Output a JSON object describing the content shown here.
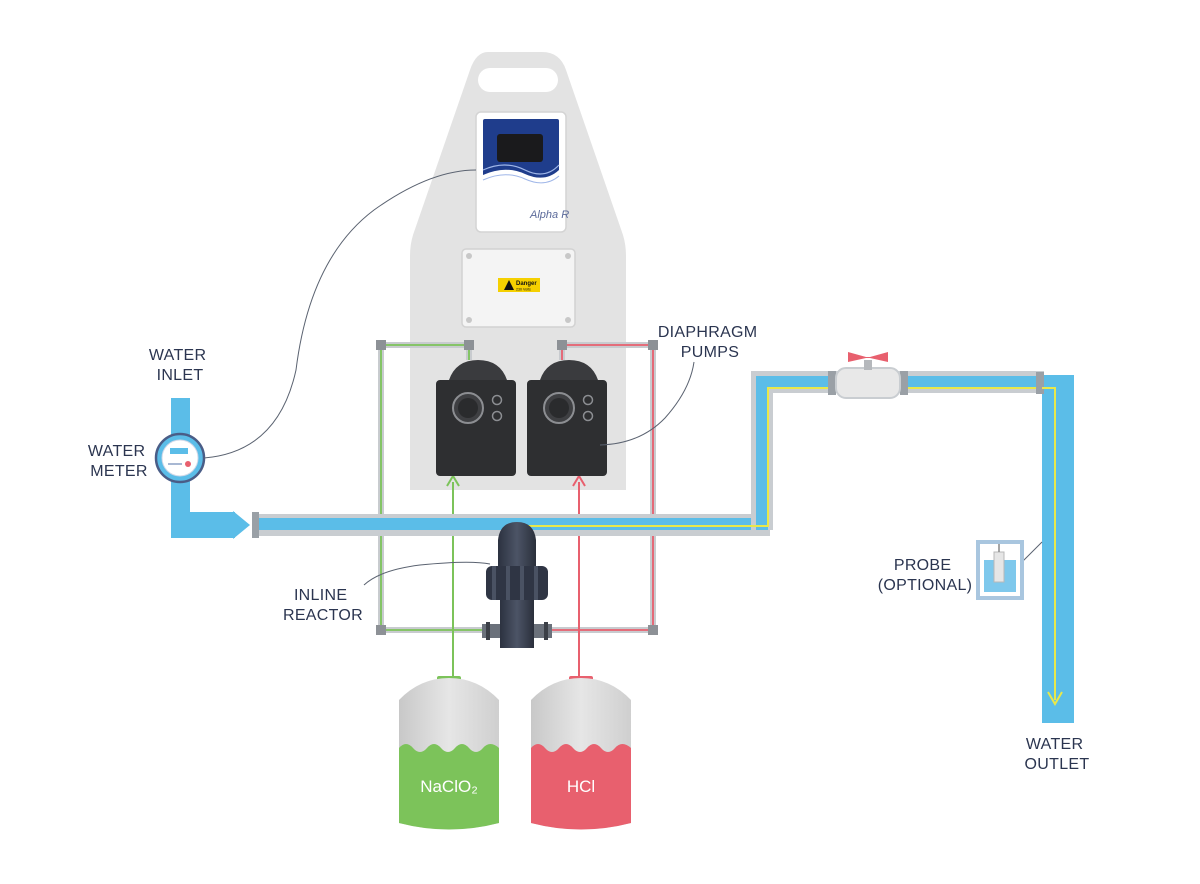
{
  "labels": {
    "water_inlet": [
      "WATER",
      "INLET"
    ],
    "water_meter": [
      "WATER",
      "METER"
    ],
    "diaphragm_pumps": [
      "DIAPHRAGM",
      "PUMPS"
    ],
    "inline_reactor": [
      "INLINE",
      "REACTOR"
    ],
    "probe": [
      "PROBE",
      "(OPTIONAL)"
    ],
    "water_outlet": [
      "WATER",
      "OUTLET"
    ]
  },
  "controller": {
    "brand": "Alpha R"
  },
  "warning_sticker": {
    "title": "Danger",
    "subtitle": "230 Volts"
  },
  "tanks": [
    {
      "label": "NaClO₂",
      "color": "#7cc35a"
    },
    {
      "label": "HCl",
      "color": "#e8606e"
    }
  ],
  "colors": {
    "water": "#5bbde8",
    "water_pipe_outline": "#c9cdd1",
    "chemical_line_green": "#7cc35a",
    "chemical_line_red": "#e8606e",
    "treated_flow": "#e8e84a",
    "panel": "#e3e3e3",
    "pump_body": "#2e2f31",
    "controller_blue": "#1f3d8c",
    "label_text": "#2b3550"
  },
  "icons": [
    "flow-arrow-icon",
    "valve-handle-icon",
    "warning-triangle-icon"
  ]
}
